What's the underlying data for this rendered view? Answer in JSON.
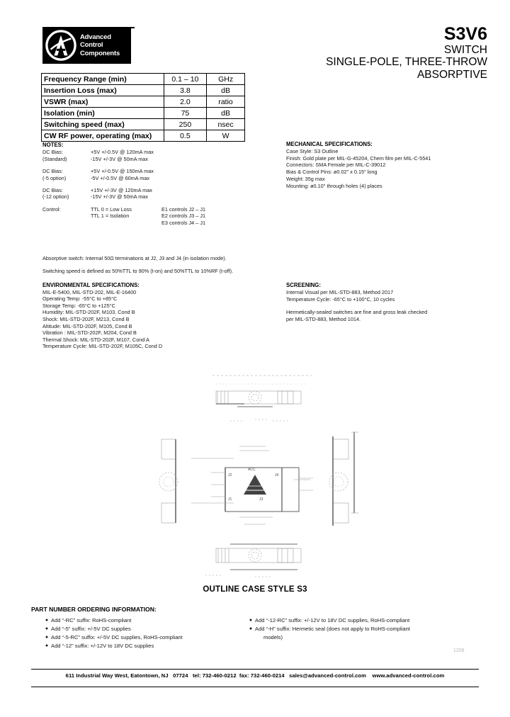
{
  "header": {
    "logo_lines": [
      "Advanced",
      "Control",
      "Components"
    ],
    "logo_icon": "circle-a-logo",
    "model": "S3V6",
    "subtitle_1": "SWITCH",
    "subtitle_2": "SINGLE-POLE, THREE-THROW",
    "subtitle_3": "ABSORPTIVE"
  },
  "spec_table": {
    "rows": [
      {
        "param": "Frequency Range (min)",
        "value": "0.1 – 10",
        "unit": "GHz"
      },
      {
        "param": "Insertion Loss (max)",
        "value": "3.8",
        "unit": "dB"
      },
      {
        "param": "VSWR (max)",
        "value": "2.0",
        "unit": "ratio"
      },
      {
        "param": "Isolation (min)",
        "value": "75",
        "unit": "dB"
      },
      {
        "param": "Switching speed (max)",
        "value": "250",
        "unit": "nsec"
      },
      {
        "param": "CW RF power, operating (max)",
        "value": "0.5",
        "unit": "W"
      }
    ]
  },
  "notes": {
    "heading": "NOTES:",
    "bias_groups": [
      {
        "label_1": "DC Bias:",
        "label_2": "(Standard)",
        "value_1": "+5V +/-0.5V @ 120mA max",
        "value_2": "-15V +/-3V @ 50mA max"
      },
      {
        "label_1": "DC Bias:",
        "label_2": "(-5 option)",
        "value_1": "+5V +/-0.5V @ 150mA max",
        "value_2": "-5V +/-0.5V @ 60mA max"
      },
      {
        "label_1": "DC Bias:",
        "label_2": "(-12 option)",
        "value_1": "+15V +/-3V @ 120mA max",
        "value_2": "-15V +/-3V @ 50mA max"
      }
    ],
    "control": {
      "label": "Control:",
      "logic_1": "TTL 0 = Low Loss",
      "logic_2": "TTL 1 = Isolation",
      "map_1": "E1 controls J2 – J1",
      "map_2": "E2 controls J3 – J1",
      "map_3": "E3 controls J4 – J1"
    },
    "absorptive_note": "Absorptive switch: Internal 50Ω terminations at J2, J3 and J4 (in isolation mode).",
    "speed_note": "Switching speed is defined as 50%TTL to 90% (t-on) and 50%TTL to 10%RF (t-off)."
  },
  "environmental": {
    "heading": "ENVIRONMENTAL SPECIFICATIONS:",
    "lines": [
      "MIL-E-5400, MIL-STD-202, MIL-E-16400",
      "Operating Temp: -55°C to +85°C",
      "Storage Temp: -65°C to +125°C",
      "Humidity: MIL-STD-202F, M103, Cond B",
      "Shock: MIL-STD-202F, M213, Cond B",
      "Altitude: MIL-STD-202F, M105, Cond B",
      "Vibration : MIL-STD-202F, M204, Cond B",
      "Thermal Shock: MIL-STD-202F, M107, Cond A",
      "Temperature Cycle: MIL-STD-202F, M105C, Cond D"
    ]
  },
  "mechanical": {
    "heading": "MECHANICAL SPECIFICATIONS:",
    "lines": [
      "Case Style: S3 Outline",
      "Finish: Gold plate per MIL-G-45204, Chem film per MIL-C-5541",
      "Connectors: SMA Female per MIL-C-39012",
      "Bias & Control Pins: ø0.02\" x 0.15\" long",
      "Weight: 35g max",
      "Mounting: ø0.10\" through holes (4) places"
    ]
  },
  "screening": {
    "heading": "SCREENING:",
    "lines": [
      "Internal Visual per MIL-STD-883, Method 2017",
      "Temperature Cycle: -65°C to +100°C, 10 cycles"
    ],
    "hermetic_lines": [
      "Hermetically-sealed switches are fine and gross leak checked",
      "per MIL-STD-883, Method 1014."
    ]
  },
  "drawing": {
    "caption": "OUTLINE CASE STYLE S3",
    "port_labels": [
      "J2",
      "J4",
      "J1"
    ],
    "center_note": "ACC"
  },
  "ordering": {
    "heading": "PART NUMBER ORDERING INFORMATION:",
    "left_items": [
      "Add “-RC” suffix: RoHS-compliant",
      "Add “-5” suffix: +/-5V DC supplies",
      "Add “-5-RC” suffix: +/-5V DC supplies, RoHS-compliant",
      "Add “-12” suffix: +/-12V to 18V DC supplies"
    ],
    "right_items": [
      "Add “-12-RC” suffix: +/-12V to 18V DC supplies, RoHS-compliant",
      "Add “-H” suffix: Hermetic seal (does not apply to RoHS-compliant"
    ],
    "right_continuation": "models)",
    "revision": "1208"
  },
  "footer": {
    "address": "611 Industrial Way West, Eatontown, NJ   07724",
    "tel": "tel: 732-460-0212",
    "fax": "fax: 732-460-0214",
    "email": "sales@advanced-control.com",
    "web": "www.advanced-control.com"
  }
}
